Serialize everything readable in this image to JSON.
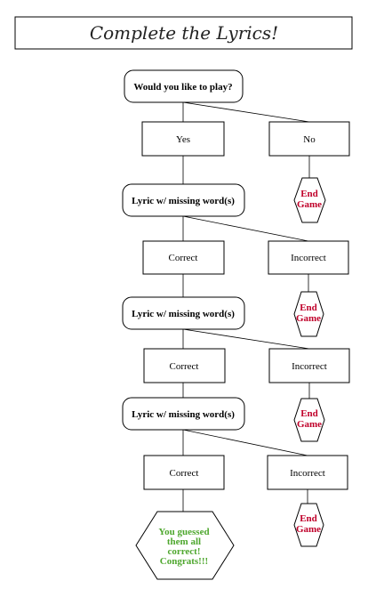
{
  "title": "Complete the Lyrics!",
  "start": "Would you like to play?",
  "yes": "Yes",
  "no": "No",
  "lyric_prompt": "Lyric w/ missing word(s)",
  "correct": "Correct",
  "incorrect": "Incorrect",
  "end_game": [
    "End",
    "Game"
  ],
  "win": [
    "You guessed",
    "them all",
    "correct!",
    "Congrats!!!"
  ],
  "colors": {
    "end": "#c0002a",
    "win": "#4ea72e"
  }
}
